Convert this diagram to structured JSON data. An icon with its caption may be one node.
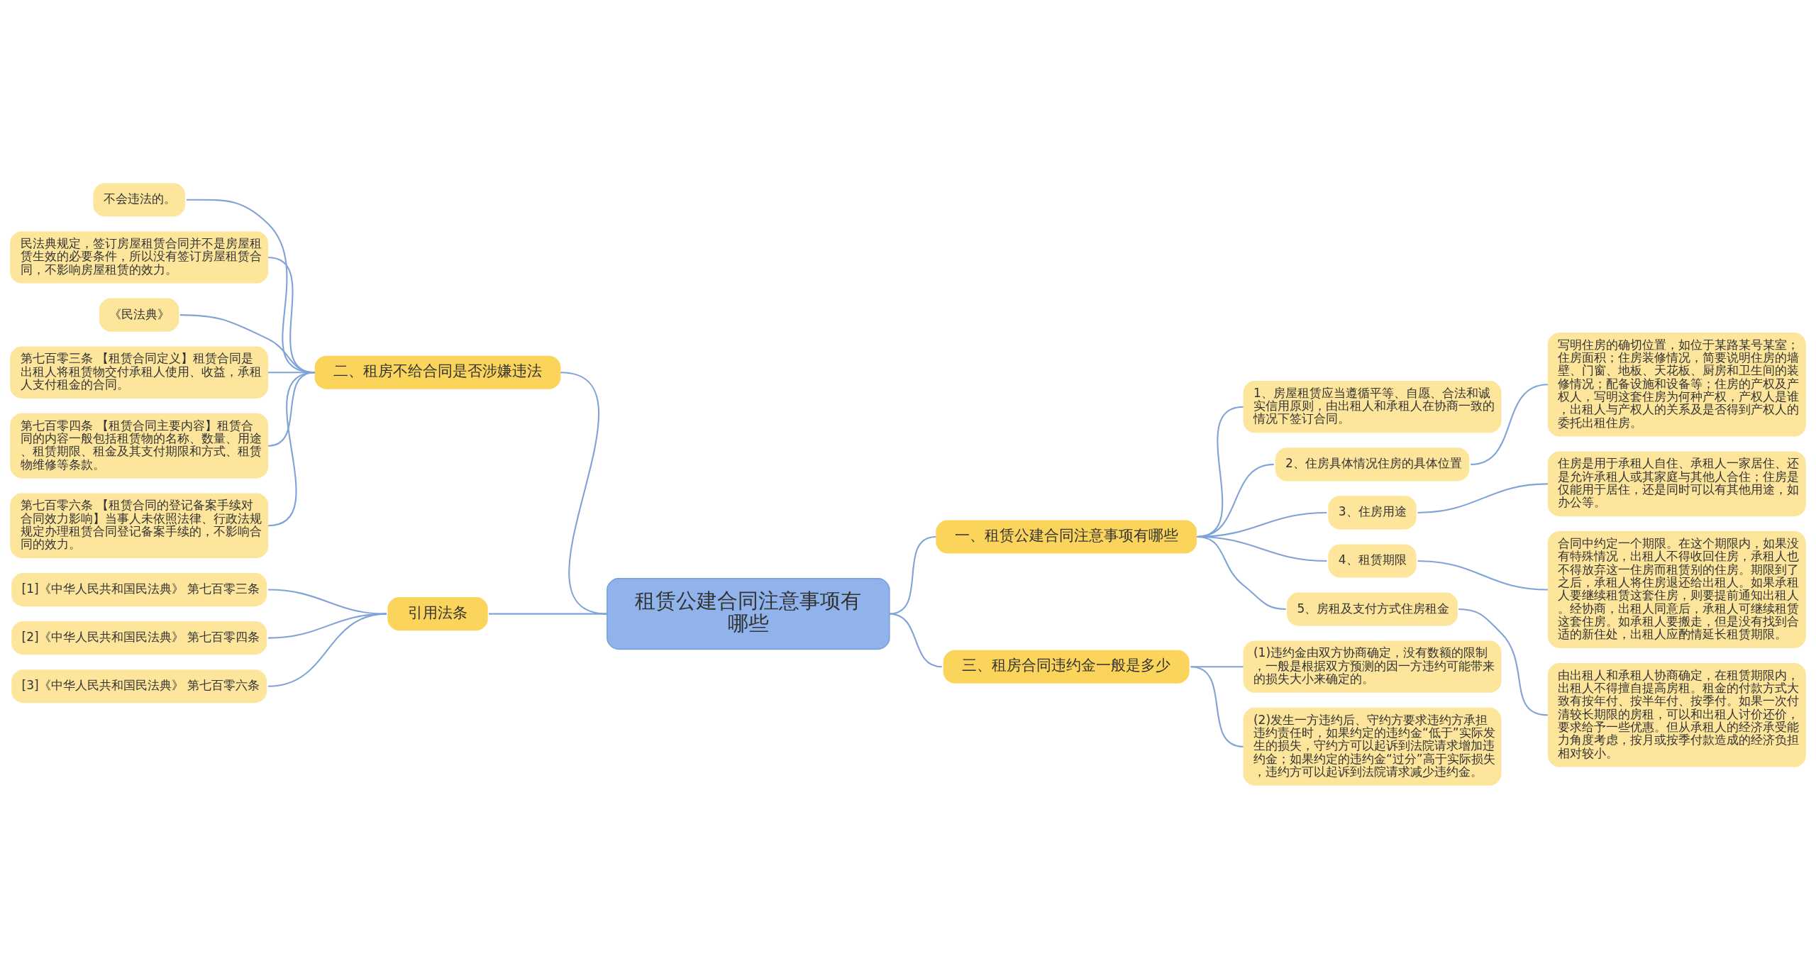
{
  "diagram": {
    "nodes": [
      {
        "text": [
          "租赁公建合同注意事项有哪些"
        ]
      },
      {
        "text": [
          "一、租赁公建合同注意事项有哪些"
        ]
      },
      {
        "text": [
          "1、房屋租赁应当遵循平等、自愿、合法和诚实信用原则，由出租人和承租人在协商一致的情况下签订合同。"
        ]
      },
      {
        "text": [
          "2、住房具体情况住房的具体位置"
        ]
      },
      {
        "text": [
          "写明住房的确切位置，如位于某路某号某室；住房面积；住房装修情况，简要说明住房的墙壁、门窗、地板、天花板、厨房和卫生间的装修情况；配备设施和设备等；住房的产权及产权人，写明这套住房为何种产权，产权人是谁，出租人与产权人的关系及是否得到产权人的委托出租住房。"
        ]
      },
      {
        "text": [
          "3、住房用途"
        ]
      },
      {
        "text": [
          "住房是用于承租人自住、承租人一家居住、还是允许承租人或其家庭与其他人合住；住房是仅能用于居住，还是同时可以有其他用途，如办公等。"
        ]
      },
      {
        "text": [
          "4、租赁期限"
        ]
      },
      {
        "text": [
          "合同中约定一个期限。在这个期限内，如果没有特殊情况，出租人不得收回住房，承租人也不得放弃这一住房而租赁别的住房。期限到了之后，承租人将住房退还给出租人。如果承租人要继续租赁这套住房，则要提前通知出租人。经协商，出租人同意后，承租人可继续租赁这套住房。如承租人要搬走，但是没有找到合适的新住处，出租人应酌情延长租赁期限。"
        ]
      },
      {
        "text": [
          "5、房租及支付方式住房租金"
        ]
      },
      {
        "text": [
          "由出租人和承租人协商确定，在租赁期限内，出租人不得擅自提高房租。租金的付款方式大致有按年付、按半年付、按季付。如果一次付清较长期限的房租，可以和出租人讨价还价，要求给予一些优惠。但从承租人的经济承受能力角度考虑，按月或按季付款造成的经济负担相对较小。"
        ]
      },
      {
        "text": [
          "二、租房不给合同是否涉嫌违法"
        ]
      },
      {
        "text": [
          "不会违法的。"
        ]
      },
      {
        "text": [
          "民法典规定，签订房屋租赁合同并不是房屋租赁生效的必要条件，所以没有签订房屋租赁合同，不影响房屋租赁的效力。"
        ]
      },
      {
        "text": [
          "《民法典》"
        ]
      },
      {
        "text": [
          "第七百零三条 【租赁合同定义】租赁合同是出租人将租赁物交付承租人使用、收益，承租人支付租金的合同。"
        ]
      },
      {
        "text": [
          "第七百零四条 【租赁合同主要内容】租赁合同的内容一般包括租赁物的名称、数量、用途、租赁期限、租金及其支付期限和方式、租赁物维修等条款。"
        ]
      },
      {
        "text": [
          "第七百零六条 【租赁合同的登记备案手续对合同效力影响】当事人未依照法律、行政法规规定办理租赁合同登记备案手续的，不影响合同的效力。"
        ]
      },
      {
        "text": [
          "三、租房合同违约金一般是多少"
        ]
      },
      {
        "text": [
          "(1)违约金由双方协商确定，没有数额的限制，一般是根据双方预测的因一方违约可能带来的损失大小来确定的。"
        ]
      },
      {
        "text": [
          "(2)发生一方违约后、守约方要求违约方承担违约责任时，如果约定的违约金“低于”实际发生的损失，守约方可以起诉到法院请求增加违约金；如果约定的违约金“过分”高于实际损失，违约方可以起诉到法院请求减少违约金。"
        ]
      },
      {
        "text": [
          "引用法条"
        ]
      },
      {
        "text": [
          "[1]《中华人民共和国民法典》 第七百零三条"
        ]
      },
      {
        "text": [
          "[2]《中华人民共和国民法典》 第七百零四条"
        ]
      },
      {
        "text": [
          "[3]《中华人民共和国民法典》 第七百零六条"
        ]
      }
    ],
    "edges": [
      {
        "from": 0,
        "to": 1,
        "arrow": "none"
      },
      {
        "from": 1,
        "to": 2,
        "arrow": "none"
      },
      {
        "from": 1,
        "to": 3,
        "arrow": "none"
      },
      {
        "from": 3,
        "to": 4,
        "arrow": "none"
      },
      {
        "from": 1,
        "to": 5,
        "arrow": "none"
      },
      {
        "from": 5,
        "to": 6,
        "arrow": "none"
      },
      {
        "from": 1,
        "to": 7,
        "arrow": "none"
      },
      {
        "from": 7,
        "to": 8,
        "arrow": "none"
      },
      {
        "from": 1,
        "to": 9,
        "arrow": "none"
      },
      {
        "from": 9,
        "to": 10,
        "arrow": "none"
      },
      {
        "from": 0,
        "to": 11,
        "arrow": "none"
      },
      {
        "from": 11,
        "to": 12,
        "arrow": "none"
      },
      {
        "from": 11,
        "to": 13,
        "arrow": "none"
      },
      {
        "from": 11,
        "to": 14,
        "arrow": "none"
      },
      {
        "from": 11,
        "to": 15,
        "arrow": "none"
      },
      {
        "from": 11,
        "to": 16,
        "arrow": "none"
      },
      {
        "from": 11,
        "to": 17,
        "arrow": "none"
      },
      {
        "from": 0,
        "to": 18,
        "arrow": "none"
      },
      {
        "from": 18,
        "to": 19,
        "arrow": "none"
      },
      {
        "from": 18,
        "to": 20,
        "arrow": "none"
      },
      {
        "from": 0,
        "to": 21,
        "arrow": "none"
      },
      {
        "from": 21,
        "to": 22,
        "arrow": "none"
      },
      {
        "from": 21,
        "to": 23,
        "arrow": "none"
      },
      {
        "from": 21,
        "to": 24,
        "arrow": "none"
      }
    ]
  }
}
